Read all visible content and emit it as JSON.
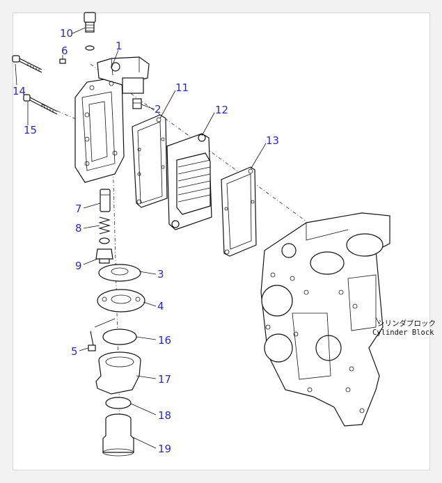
{
  "labels": {
    "l1": "1",
    "l2": "2",
    "l3": "3",
    "l4": "4",
    "l5": "5",
    "l6": "6",
    "l7": "7",
    "l8": "8",
    "l9": "9",
    "l10": "10",
    "l11": "11",
    "l12": "12",
    "l13": "13",
    "l14": "14",
    "l15": "15",
    "l16": "16",
    "l17": "17",
    "l18": "18",
    "l19": "19"
  },
  "caption": {
    "jp": "シリンダブロック",
    "en": "Cylinder Block"
  },
  "colors": {
    "label": "#2a2ab8",
    "line": "#111111",
    "frame_border": "#d9d9d9"
  }
}
